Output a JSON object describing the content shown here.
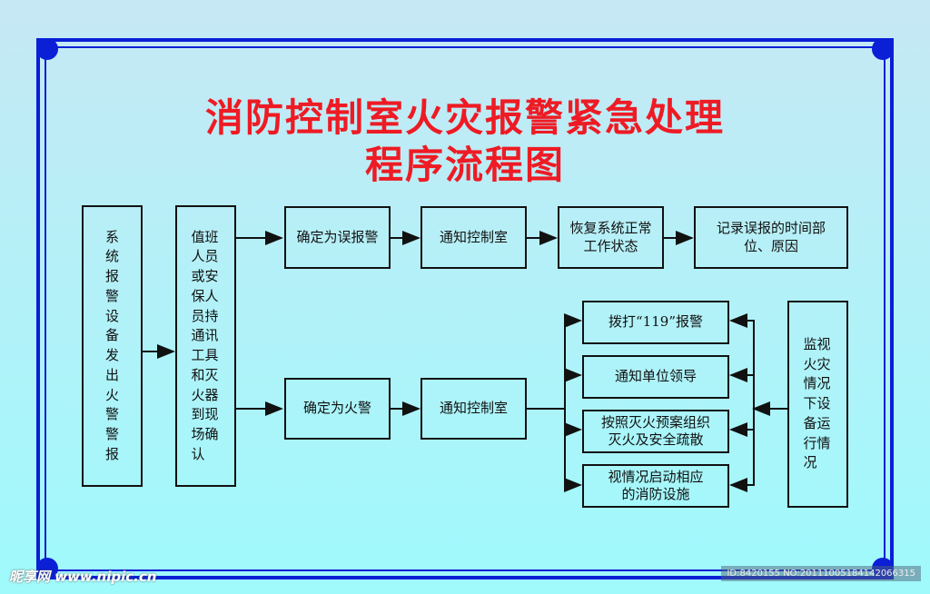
{
  "title": {
    "line1": "消防控制室火灾报警紧急处理",
    "line2": "程序流程图"
  },
  "boxes": {
    "system_alarm": "系统报警设备发出火警警报",
    "duty_staff": "值班人员或安保人员持通讯工具和灭火器到现场确认",
    "false_alarm": "确定为误报警",
    "notify_1": "通知控制室",
    "restore": "恢复系统正常工作状态",
    "record": "记录误报的时间部位、原因",
    "fire_alarm": "确定为火警",
    "notify_2": "通知控制室",
    "call_119": "拨打“119”报警",
    "notify_leader": "通知单位领导",
    "evacuate": "按照灭火预案组织灭火及安全疏散",
    "start_facilities": "视情况启动相应的消防设施",
    "monitor": "监视火灾情况下设备运行情况"
  },
  "watermark": {
    "site": "昵享网 www.nipic.cn",
    "id": "ID:8420155 NO:20111005184142066315"
  },
  "colors": {
    "title": "#ee1b24",
    "frame": "#0a1fd6"
  }
}
